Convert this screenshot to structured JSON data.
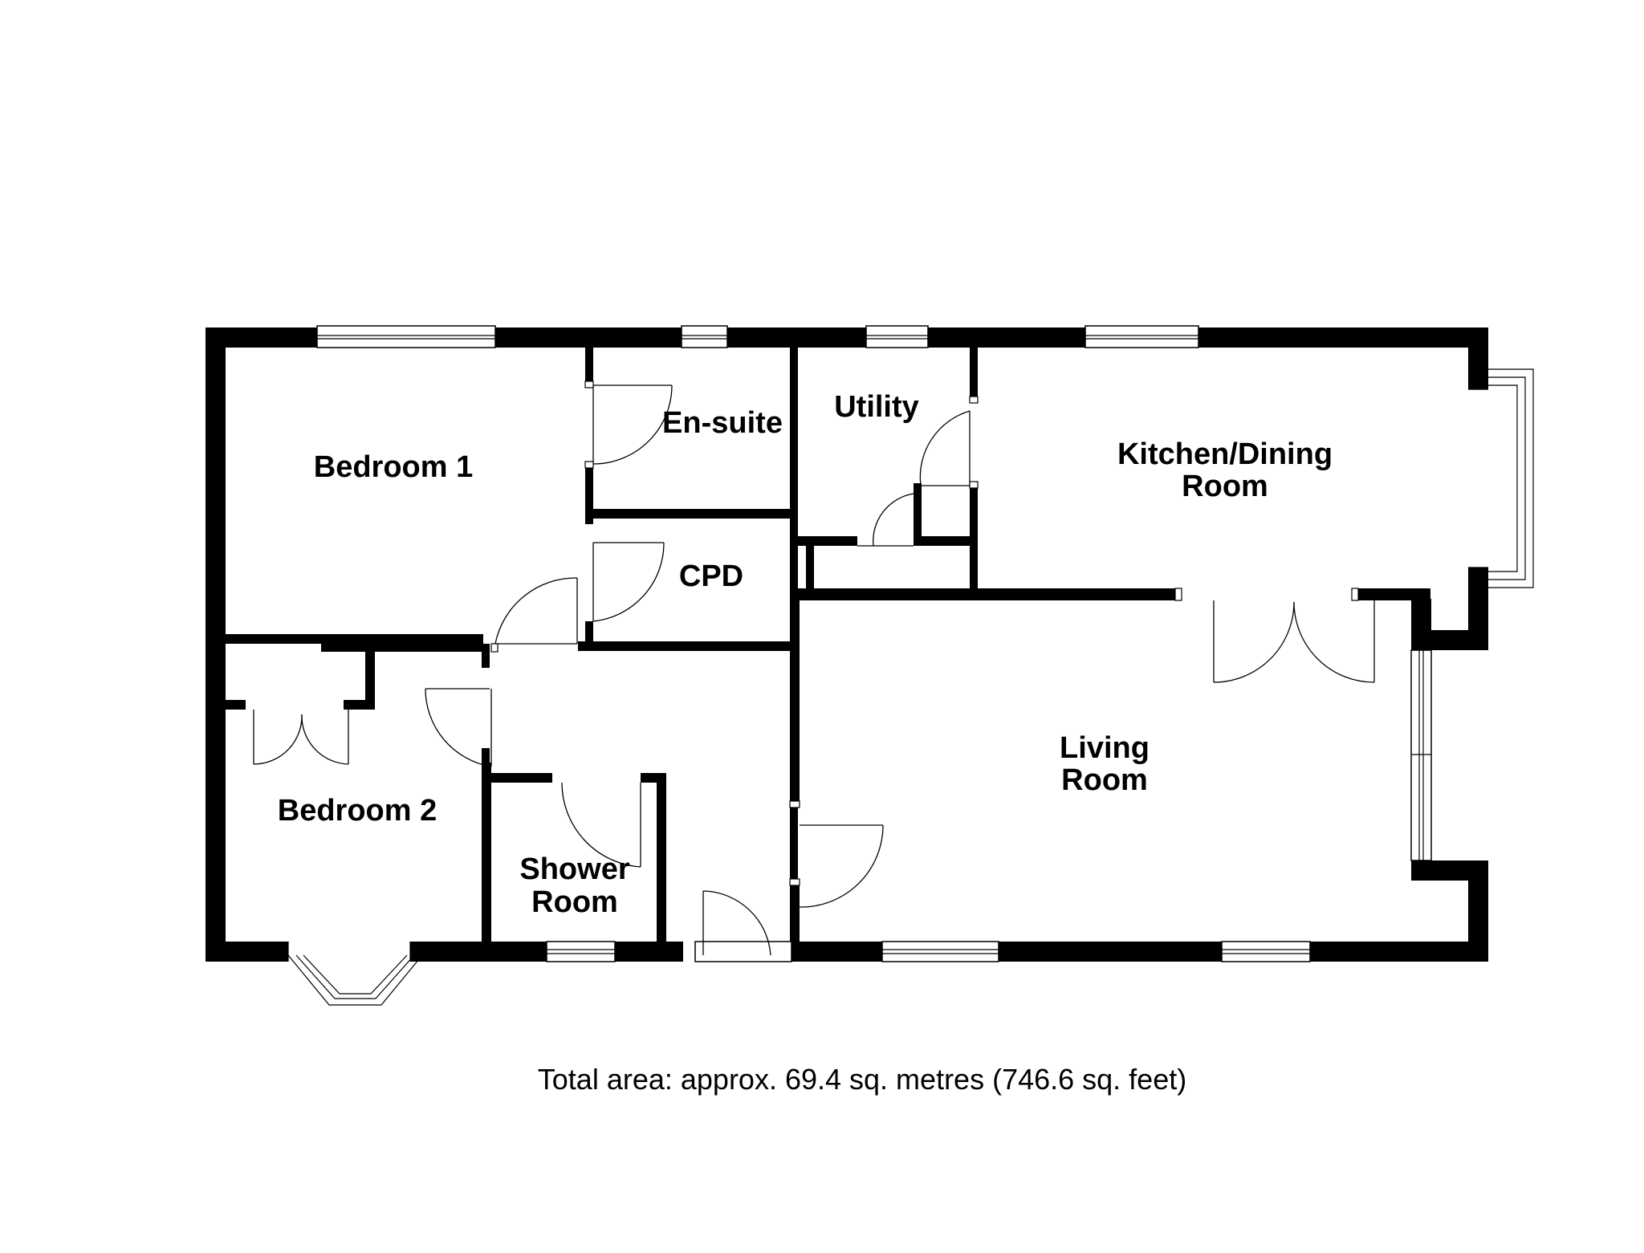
{
  "floorplan": {
    "rooms": [
      {
        "id": "bedroom-1",
        "lines": [
          "Bedroom 1"
        ]
      },
      {
        "id": "en-suite",
        "lines": [
          "En-suite"
        ]
      },
      {
        "id": "cpd",
        "lines": [
          "CPD"
        ]
      },
      {
        "id": "utility",
        "lines": [
          "Utility"
        ]
      },
      {
        "id": "kitchen-dining",
        "lines": [
          "Kitchen/Dining",
          "Room"
        ]
      },
      {
        "id": "living-room",
        "lines": [
          "Living",
          "Room"
        ]
      },
      {
        "id": "bedroom-2",
        "lines": [
          "Bedroom 2"
        ]
      },
      {
        "id": "shower-room",
        "lines": [
          "Shower",
          "Room"
        ]
      }
    ],
    "total_area": "Total area: approx. 69.4 sq. metres (746.6 sq. feet)"
  },
  "colors": {
    "wall": "#000000",
    "background": "#ffffff"
  }
}
